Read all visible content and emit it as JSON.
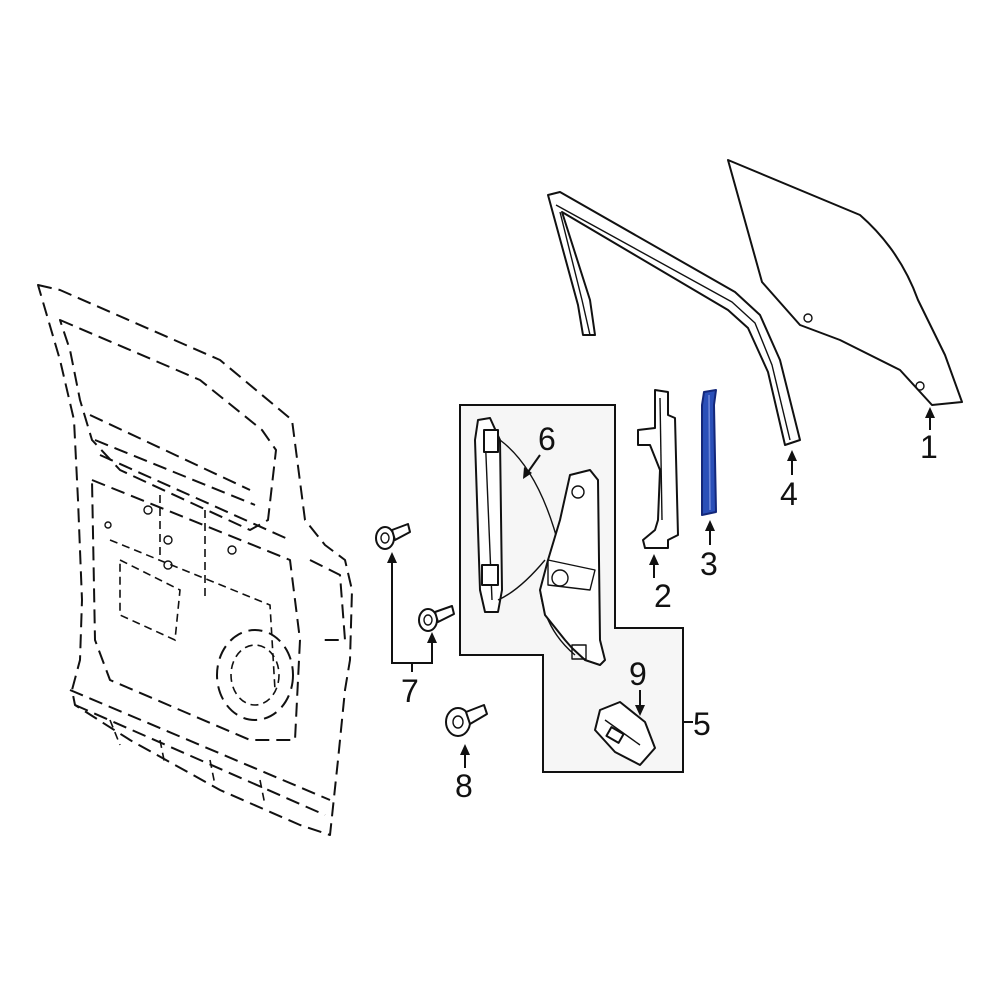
{
  "colors": {
    "line": "#111111",
    "highlight": "#1f3fa6",
    "inset_fill": "#f6f6f6",
    "background": "#ffffff"
  },
  "callouts": {
    "c1": "1",
    "c2": "2",
    "c3": "3",
    "c4": "4",
    "c5": "5",
    "c6": "6",
    "c7": "7",
    "c8": "8",
    "c9": "9"
  },
  "highlighted_part": "3"
}
